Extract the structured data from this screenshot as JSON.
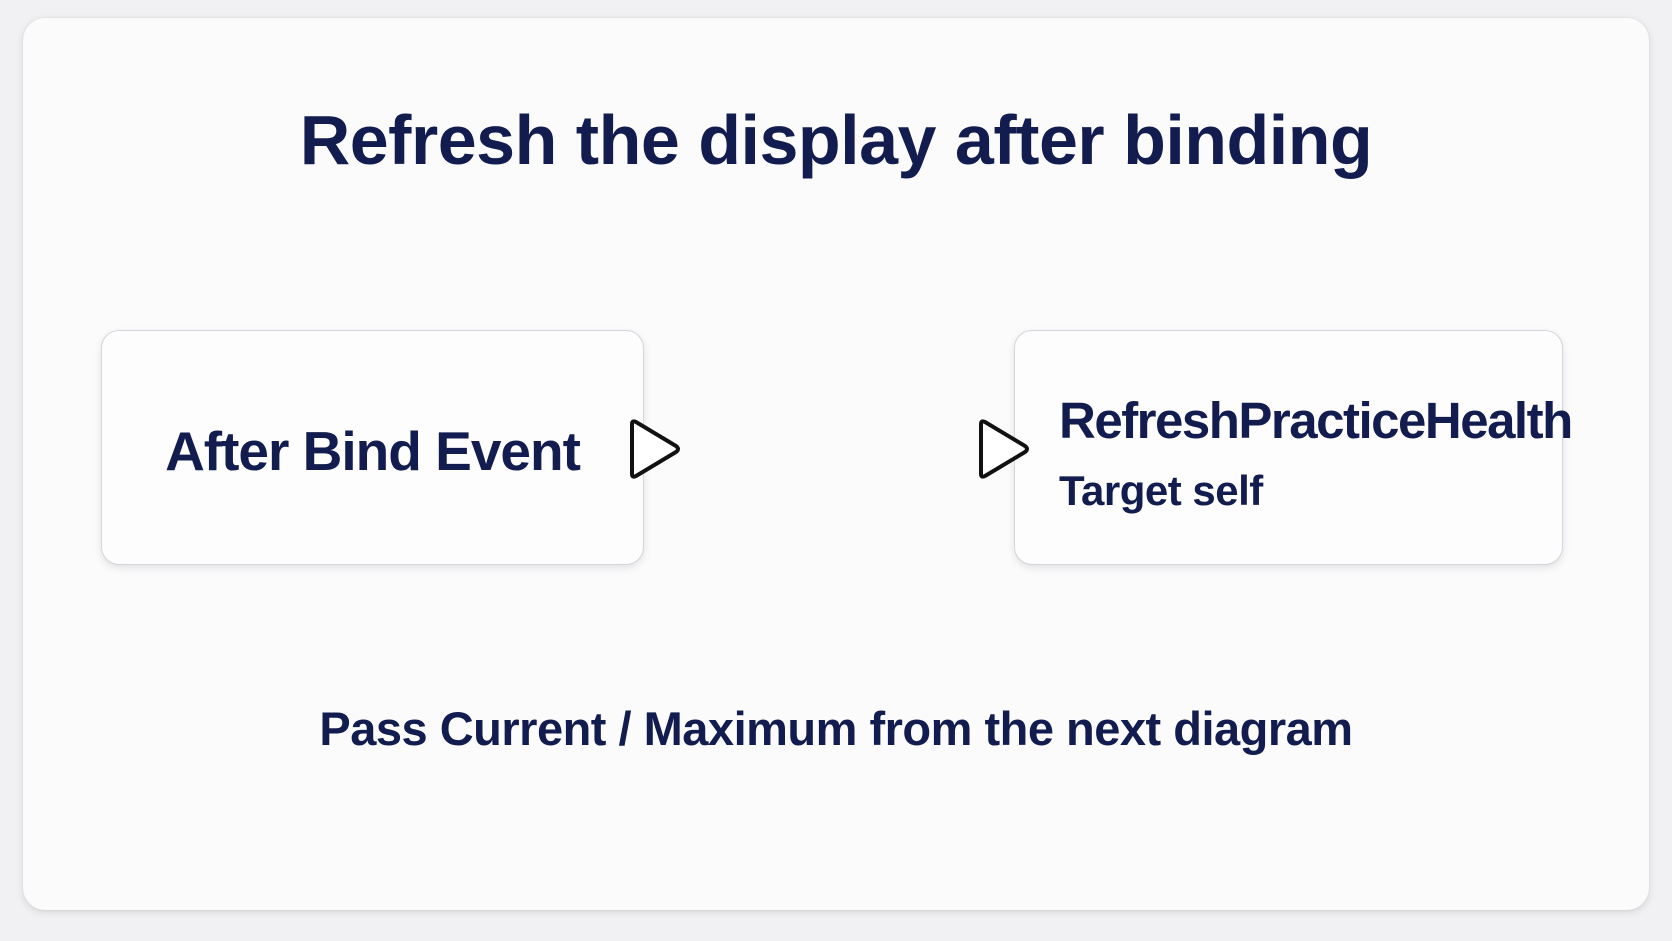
{
  "title": "Refresh the display after binding",
  "nodes": {
    "event": {
      "label": "After Bind Event"
    },
    "function": {
      "label": "RefreshPracticeHealth",
      "target": "Target self"
    }
  },
  "note": "Pass Current / Maximum from the next diagram",
  "colors": {
    "text": "#121c4f",
    "background": "#f1f1f3",
    "card": "#fbfbfc",
    "wire": "#8a8a8a",
    "pin_fill": "#ffffff",
    "pin_stroke": "#111111"
  }
}
